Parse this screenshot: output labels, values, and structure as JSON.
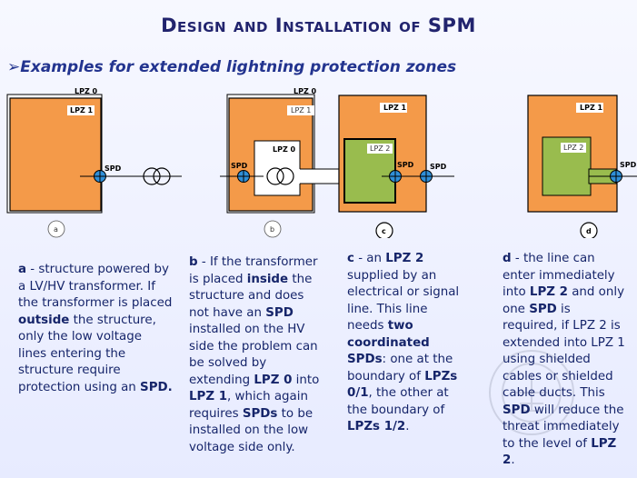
{
  "slide": {
    "title": "Design and Installation of SPM",
    "subtitle": "Examples for extended lightning protection zones",
    "bullet": "➢"
  },
  "diagram": {
    "a": {
      "outer": "LPZ 0",
      "inner": "LPZ 1",
      "spd": "SPD",
      "tag": "a"
    },
    "b": {
      "outer": "LPZ 0",
      "inner": "LPZ 1",
      "transformer_zone": "LPZ 0",
      "spd": "SPD",
      "tag": "b"
    },
    "c": {
      "inner": "LPZ 1",
      "lpz2": "LPZ 2",
      "spd1": "SPD",
      "spd2": "SPD",
      "tag": "c"
    },
    "d": {
      "inner": "LPZ 1",
      "lpz2": "LPZ 2",
      "spd": "SPD",
      "tag": "d"
    }
  },
  "watermark": "заземление.рф",
  "colors": {
    "orange": "#f49a49",
    "green": "#99bc4e",
    "spd_blue": "#2f8fd8",
    "text": "#16256a"
  },
  "paragraphs": {
    "a": [
      {
        "t": "a",
        "b": true
      },
      {
        "t": " -  structure powered by a LV/HV transformer. If the transformer is placed ",
        "b": false
      },
      {
        "t": "outside",
        "b": true
      },
      {
        "t": " the structure, only the low voltage lines entering the structure require protection using an ",
        "b": false
      },
      {
        "t": "SPD.",
        "b": true
      }
    ],
    "b": [
      {
        "t": "b",
        "b": true
      },
      {
        "t": " - If the transformer is placed ",
        "b": false
      },
      {
        "t": "inside",
        "b": true
      },
      {
        "t": " the structure and does not have an ",
        "b": false
      },
      {
        "t": "SPD",
        "b": true
      },
      {
        "t": " installed on the HV side the problem can be solved by extending ",
        "b": false
      },
      {
        "t": "LPZ 0",
        "b": true
      },
      {
        "t": " into ",
        "b": false
      },
      {
        "t": "LPZ 1",
        "b": true
      },
      {
        "t": ", which again requires ",
        "b": false
      },
      {
        "t": "SPDs",
        "b": true
      },
      {
        "t": " to be installed on the low voltage side only.",
        "b": false
      }
    ],
    "c": [
      {
        "t": "c",
        "b": true
      },
      {
        "t": " - an ",
        "b": false
      },
      {
        "t": "LPZ 2",
        "b": true
      },
      {
        "t": " supplied by an electrical or signal line. This line needs ",
        "b": false
      },
      {
        "t": "two coordinated SPDs",
        "b": true
      },
      {
        "t": ": one at the boundary of ",
        "b": false
      },
      {
        "t": "LPZs 0/1",
        "b": true
      },
      {
        "t": ", the other at the boundary of ",
        "b": false
      },
      {
        "t": "LPZs 1/2",
        "b": true
      },
      {
        "t": ".",
        "b": false
      }
    ],
    "d": [
      {
        "t": "d",
        "b": true
      },
      {
        "t": " - the line can enter immediately into ",
        "b": false
      },
      {
        "t": "LPZ 2",
        "b": true
      },
      {
        "t": " and only one ",
        "b": false
      },
      {
        "t": "SPD",
        "b": true
      },
      {
        "t": " is required, if LPZ 2 is extended into LPZ 1 using shielded cables or shielded cable ducts. This ",
        "b": false
      },
      {
        "t": "SPD",
        "b": true
      },
      {
        "t": " will reduce the threat immediately to the level of ",
        "b": false
      },
      {
        "t": "LPZ 2",
        "b": true
      },
      {
        "t": ".",
        "b": false
      }
    ]
  }
}
